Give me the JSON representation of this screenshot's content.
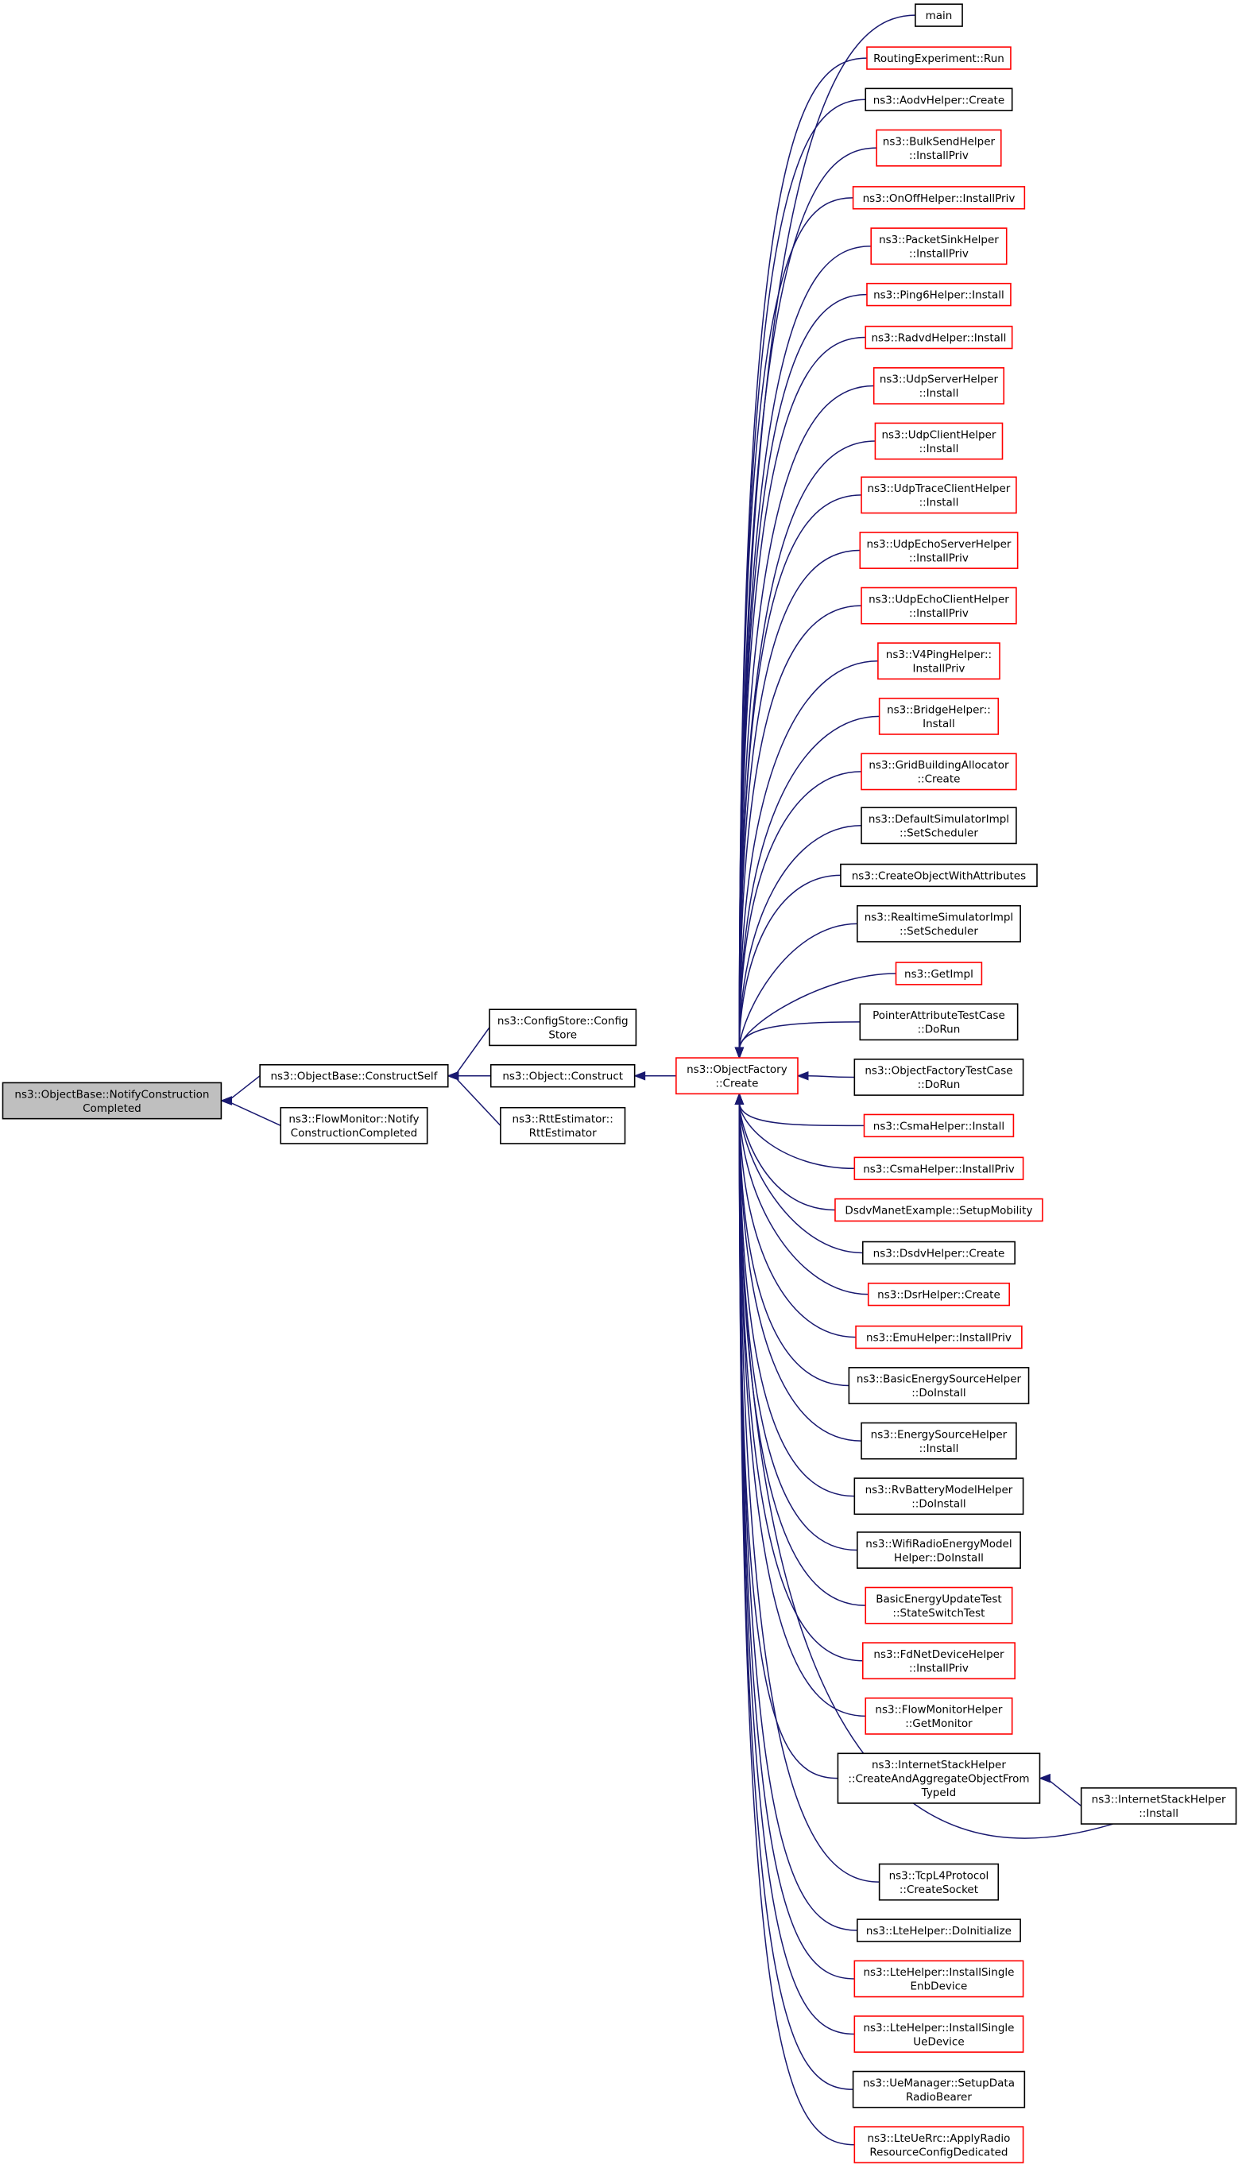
{
  "colors": {
    "edge": "#191970",
    "border_black": "#000000",
    "border_red": "#ff0000",
    "root_fill": "#bfbfbf",
    "background": "#ffffff"
  },
  "nodes": [
    {
      "id": "notify",
      "lines": [
        "ns3::ObjectBase::NotifyConstruction",
        "Completed"
      ],
      "border": "black",
      "root": true
    },
    {
      "id": "constructself",
      "lines": [
        "ns3::ObjectBase::ConstructSelf"
      ],
      "border": "black"
    },
    {
      "id": "flowmonitor",
      "lines": [
        "ns3::FlowMonitor::Notify",
        "ConstructionCompleted"
      ],
      "border": "black"
    },
    {
      "id": "configstore",
      "lines": [
        "ns3::ConfigStore::Config",
        "Store"
      ],
      "border": "black"
    },
    {
      "id": "construct",
      "lines": [
        "ns3::Object::Construct"
      ],
      "border": "black"
    },
    {
      "id": "rttest",
      "lines": [
        "ns3::RttEstimator::",
        "RttEstimator"
      ],
      "border": "black"
    },
    {
      "id": "objfactory",
      "lines": [
        "ns3::ObjectFactory",
        "::Create"
      ],
      "border": "red"
    },
    {
      "id": "main",
      "lines": [
        "main"
      ],
      "border": "black"
    },
    {
      "id": "routingexp",
      "lines": [
        "RoutingExperiment::Run"
      ],
      "border": "red"
    },
    {
      "id": "aodv",
      "lines": [
        "ns3::AodvHelper::Create"
      ],
      "border": "black"
    },
    {
      "id": "bulksend",
      "lines": [
        "ns3::BulkSendHelper",
        "::InstallPriv"
      ],
      "border": "red"
    },
    {
      "id": "onoff",
      "lines": [
        "ns3::OnOffHelper::InstallPriv"
      ],
      "border": "red"
    },
    {
      "id": "packetsink",
      "lines": [
        "ns3::PacketSinkHelper",
        "::InstallPriv"
      ],
      "border": "red"
    },
    {
      "id": "ping6",
      "lines": [
        "ns3::Ping6Helper::Install"
      ],
      "border": "red"
    },
    {
      "id": "radvd",
      "lines": [
        "ns3::RadvdHelper::Install"
      ],
      "border": "red"
    },
    {
      "id": "udpserver",
      "lines": [
        "ns3::UdpServerHelper",
        "::Install"
      ],
      "border": "red"
    },
    {
      "id": "udpclient",
      "lines": [
        "ns3::UdpClientHelper",
        "::Install"
      ],
      "border": "red"
    },
    {
      "id": "udptrace",
      "lines": [
        "ns3::UdpTraceClientHelper",
        "::Install"
      ],
      "border": "red"
    },
    {
      "id": "udpechoserver",
      "lines": [
        "ns3::UdpEchoServerHelper",
        "::InstallPriv"
      ],
      "border": "red"
    },
    {
      "id": "udpechoclient",
      "lines": [
        "ns3::UdpEchoClientHelper",
        "::InstallPriv"
      ],
      "border": "red"
    },
    {
      "id": "v4ping",
      "lines": [
        "ns3::V4PingHelper::",
        "InstallPriv"
      ],
      "border": "red"
    },
    {
      "id": "bridge",
      "lines": [
        "ns3::BridgeHelper::",
        "Install"
      ],
      "border": "red"
    },
    {
      "id": "gridbuilding",
      "lines": [
        "ns3::GridBuildingAllocator",
        "::Create"
      ],
      "border": "red"
    },
    {
      "id": "defaultsim",
      "lines": [
        "ns3::DefaultSimulatorImpl",
        "::SetScheduler"
      ],
      "border": "black"
    },
    {
      "id": "createobjattr",
      "lines": [
        "ns3::CreateObjectWithAttributes"
      ],
      "border": "black"
    },
    {
      "id": "realtimesim",
      "lines": [
        "ns3::RealtimeSimulatorImpl",
        "::SetScheduler"
      ],
      "border": "black"
    },
    {
      "id": "getimpl",
      "lines": [
        "ns3::GetImpl"
      ],
      "border": "red"
    },
    {
      "id": "pointerattr",
      "lines": [
        "PointerAttributeTestCase",
        "::DoRun"
      ],
      "border": "black"
    },
    {
      "id": "objfactorytest",
      "lines": [
        "ns3::ObjectFactoryTestCase",
        "::DoRun"
      ],
      "border": "black"
    },
    {
      "id": "csmainstall",
      "lines": [
        "ns3::CsmaHelper::Install"
      ],
      "border": "red"
    },
    {
      "id": "csmainstallpriv",
      "lines": [
        "ns3::CsmaHelper::InstallPriv"
      ],
      "border": "red"
    },
    {
      "id": "dsdvmanet",
      "lines": [
        "DsdvManetExample::SetupMobility"
      ],
      "border": "red"
    },
    {
      "id": "dsdvhelper",
      "lines": [
        "ns3::DsdvHelper::Create"
      ],
      "border": "black"
    },
    {
      "id": "dsrhelper",
      "lines": [
        "ns3::DsrHelper::Create"
      ],
      "border": "red"
    },
    {
      "id": "emuhelper",
      "lines": [
        "ns3::EmuHelper::InstallPriv"
      ],
      "border": "red"
    },
    {
      "id": "basicenergy",
      "lines": [
        "ns3::BasicEnergySourceHelper",
        "::DoInstall"
      ],
      "border": "black"
    },
    {
      "id": "energysource",
      "lines": [
        "ns3::EnergySourceHelper",
        "::Install"
      ],
      "border": "black"
    },
    {
      "id": "rvbattery",
      "lines": [
        "ns3::RvBatteryModelHelper",
        "::DoInstall"
      ],
      "border": "black"
    },
    {
      "id": "wifiradio",
      "lines": [
        "ns3::WifiRadioEnergyModel",
        "Helper::DoInstall"
      ],
      "border": "black"
    },
    {
      "id": "basicenergyupdate",
      "lines": [
        "BasicEnergyUpdateTest",
        "::StateSwitchTest"
      ],
      "border": "red"
    },
    {
      "id": "fdnet",
      "lines": [
        "ns3::FdNetDeviceHelper",
        "::InstallPriv"
      ],
      "border": "red"
    },
    {
      "id": "flowmonhelper",
      "lines": [
        "ns3::FlowMonitorHelper",
        "::GetMonitor"
      ],
      "border": "red"
    },
    {
      "id": "inetcreate",
      "lines": [
        "ns3::InternetStackHelper",
        "::CreateAndAggregateObjectFrom",
        "TypeId"
      ],
      "border": "black"
    },
    {
      "id": "inetinstall",
      "lines": [
        "ns3::InternetStackHelper",
        "::Install"
      ],
      "border": "black"
    },
    {
      "id": "tcpl4",
      "lines": [
        "ns3::TcpL4Protocol",
        "::CreateSocket"
      ],
      "border": "black"
    },
    {
      "id": "ltedoinit",
      "lines": [
        "ns3::LteHelper::DoInitialize"
      ],
      "border": "black"
    },
    {
      "id": "lteenb",
      "lines": [
        "ns3::LteHelper::InstallSingle",
        "EnbDevice"
      ],
      "border": "red"
    },
    {
      "id": "lteue",
      "lines": [
        "ns3::LteHelper::InstallSingle",
        "UeDevice"
      ],
      "border": "red"
    },
    {
      "id": "uemanager",
      "lines": [
        "ns3::UeManager::SetupData",
        "RadioBearer"
      ],
      "border": "black"
    },
    {
      "id": "lteuerrc",
      "lines": [
        "ns3::LteUeRrc::ApplyRadio",
        "ResourceConfigDedicated"
      ],
      "border": "red"
    }
  ],
  "edges": [
    {
      "from": "constructself",
      "to": "notify"
    },
    {
      "from": "flowmonitor",
      "to": "notify"
    },
    {
      "from": "configstore",
      "to": "constructself"
    },
    {
      "from": "construct",
      "to": "constructself"
    },
    {
      "from": "rttest",
      "to": "constructself"
    },
    {
      "from": "objfactory",
      "to": "construct"
    },
    {
      "from": "main",
      "to": "objfactory"
    },
    {
      "from": "routingexp",
      "to": "objfactory"
    },
    {
      "from": "aodv",
      "to": "objfactory"
    },
    {
      "from": "bulksend",
      "to": "objfactory"
    },
    {
      "from": "onoff",
      "to": "objfactory"
    },
    {
      "from": "packetsink",
      "to": "objfactory"
    },
    {
      "from": "ping6",
      "to": "objfactory"
    },
    {
      "from": "radvd",
      "to": "objfactory"
    },
    {
      "from": "udpserver",
      "to": "objfactory"
    },
    {
      "from": "udpclient",
      "to": "objfactory"
    },
    {
      "from": "udptrace",
      "to": "objfactory"
    },
    {
      "from": "udpechoserver",
      "to": "objfactory"
    },
    {
      "from": "udpechoclient",
      "to": "objfactory"
    },
    {
      "from": "v4ping",
      "to": "objfactory"
    },
    {
      "from": "bridge",
      "to": "objfactory"
    },
    {
      "from": "gridbuilding",
      "to": "objfactory"
    },
    {
      "from": "defaultsim",
      "to": "objfactory"
    },
    {
      "from": "createobjattr",
      "to": "objfactory"
    },
    {
      "from": "realtimesim",
      "to": "objfactory"
    },
    {
      "from": "getimpl",
      "to": "objfactory"
    },
    {
      "from": "pointerattr",
      "to": "objfactory"
    },
    {
      "from": "objfactorytest",
      "to": "objfactory"
    },
    {
      "from": "csmainstall",
      "to": "objfactory"
    },
    {
      "from": "csmainstallpriv",
      "to": "objfactory"
    },
    {
      "from": "dsdvmanet",
      "to": "objfactory"
    },
    {
      "from": "dsdvhelper",
      "to": "objfactory"
    },
    {
      "from": "dsrhelper",
      "to": "objfactory"
    },
    {
      "from": "emuhelper",
      "to": "objfactory"
    },
    {
      "from": "basicenergy",
      "to": "objfactory"
    },
    {
      "from": "energysource",
      "to": "objfactory"
    },
    {
      "from": "rvbattery",
      "to": "objfactory"
    },
    {
      "from": "wifiradio",
      "to": "objfactory"
    },
    {
      "from": "basicenergyupdate",
      "to": "objfactory"
    },
    {
      "from": "fdnet",
      "to": "objfactory"
    },
    {
      "from": "flowmonhelper",
      "to": "objfactory"
    },
    {
      "from": "inetcreate",
      "to": "objfactory"
    },
    {
      "from": "inetinstall",
      "to": "objfactory"
    },
    {
      "from": "inetinstall",
      "to": "inetcreate"
    },
    {
      "from": "tcpl4",
      "to": "objfactory"
    },
    {
      "from": "ltedoinit",
      "to": "objfactory"
    },
    {
      "from": "lteenb",
      "to": "objfactory"
    },
    {
      "from": "lteue",
      "to": "objfactory"
    },
    {
      "from": "uemanager",
      "to": "objfactory"
    },
    {
      "from": "lteuerrc",
      "to": "objfactory"
    }
  ]
}
